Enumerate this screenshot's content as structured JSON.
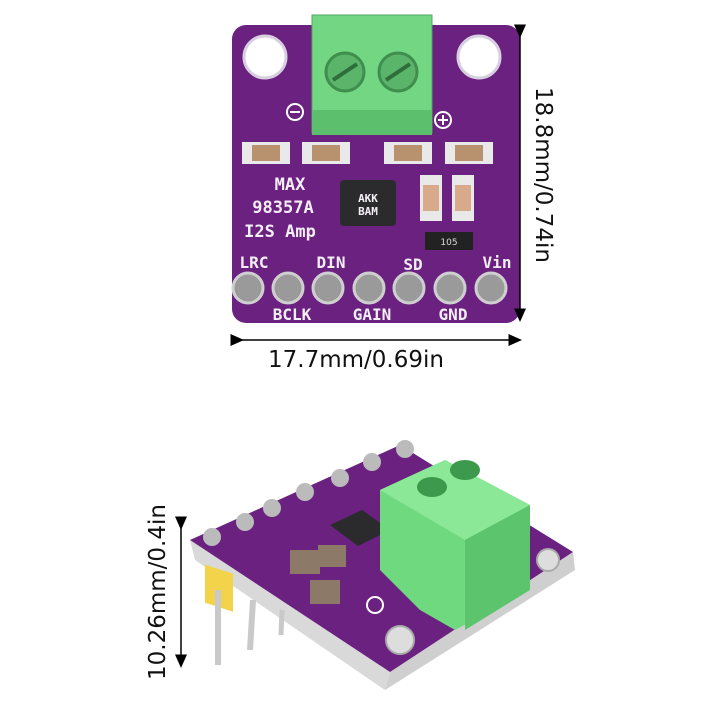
{
  "product": {
    "board_labels": {
      "title_line1": "MAX",
      "title_line2": "98357A",
      "title_line3": "I2S Amp",
      "chip_marking_line1": "AKK",
      "chip_marking_line2": "BAM",
      "resistor_marking": "105",
      "pins_top": [
        "LRC",
        "DIN",
        "SD",
        "Vin"
      ],
      "pins_bottom": [
        "BCLK",
        "GAIN",
        "GND"
      ],
      "terminal_minus": "⊖",
      "terminal_plus": "⊕"
    },
    "dimensions": {
      "width": "17.7mm/0.69in",
      "height": "18.8mm/0.74in",
      "thickness": "10.26mm/0.4in"
    },
    "colors": {
      "pcb": "#6b2180",
      "terminal": "#6fd97f",
      "background": "#ffffff"
    }
  }
}
